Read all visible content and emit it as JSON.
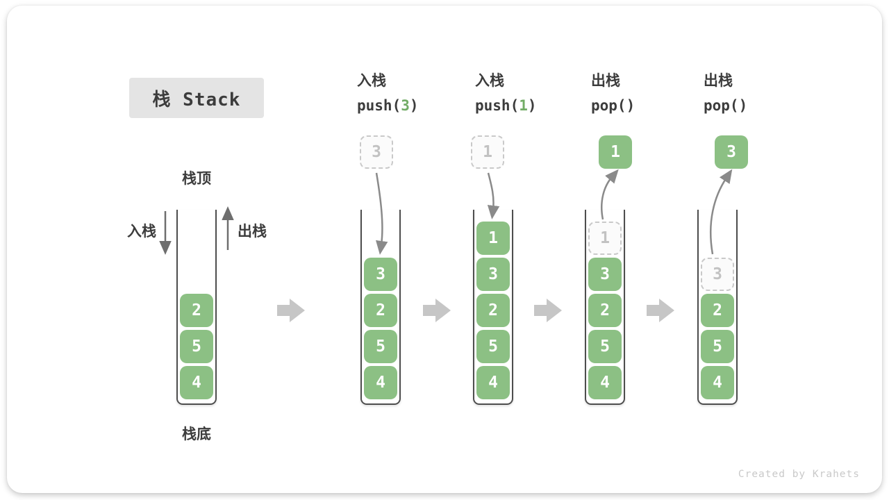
{
  "title": "栈 Stack",
  "watermark": "Created by Krahets",
  "labels": {
    "stack_top": "栈顶",
    "stack_bottom": "栈底",
    "push_side": "入栈",
    "pop_side": "出栈"
  },
  "headers": [
    {
      "label": "入栈",
      "code_pre": "push(",
      "code_arg": "3",
      "code_post": ")"
    },
    {
      "label": "入栈",
      "code_pre": "push(",
      "code_arg": "1",
      "code_post": ")"
    },
    {
      "label": "出栈",
      "code_pre": "pop(",
      "code_arg": "",
      "code_post": ")"
    },
    {
      "label": "出栈",
      "code_pre": "pop(",
      "code_arg": "",
      "code_post": ")"
    }
  ],
  "stacks": [
    {
      "items": [
        {
          "value": "2"
        },
        {
          "value": "5"
        },
        {
          "value": "4"
        }
      ],
      "floating": null
    },
    {
      "items": [
        {
          "value": "3"
        },
        {
          "value": "2"
        },
        {
          "value": "5"
        },
        {
          "value": "4"
        }
      ],
      "floating": {
        "value": "3",
        "style": "dashed"
      }
    },
    {
      "items": [
        {
          "value": "1"
        },
        {
          "value": "3"
        },
        {
          "value": "2"
        },
        {
          "value": "5"
        },
        {
          "value": "4"
        }
      ],
      "floating": {
        "value": "1",
        "style": "dashed"
      }
    },
    {
      "items": [
        {
          "value": "1",
          "dashed": true
        },
        {
          "value": "3"
        },
        {
          "value": "2"
        },
        {
          "value": "5"
        },
        {
          "value": "4"
        }
      ],
      "floating": {
        "value": "1",
        "style": "solid"
      }
    },
    {
      "items": [
        {
          "value": "3",
          "dashed": true
        },
        {
          "value": "2"
        },
        {
          "value": "5"
        },
        {
          "value": "4"
        }
      ],
      "floating": {
        "value": "3",
        "style": "solid"
      }
    }
  ],
  "icons": [
    "push-direction-arrow-icon",
    "pop-direction-arrow-icon",
    "push-curve-arrow-icon",
    "pop-curve-arrow-icon",
    "next-step-arrow-icon"
  ],
  "colors": {
    "element_green": "#8CC084",
    "element_text": "#FFFFFF",
    "code_arg_green": "#72AC66",
    "curve_arrow_gray": "#8A8A8A",
    "direction_arrow_gray": "#6E6E6E",
    "block_arrow_gray": "#C6C6C6",
    "dashed_border": "#C9C9C9",
    "dashed_text": "#C2C2C2",
    "container_wall": "#4E4E4E",
    "title_bg": "#E4E4E4",
    "text_dark": "#3C3C3C",
    "watermark_gray": "#C9C9C9"
  }
}
